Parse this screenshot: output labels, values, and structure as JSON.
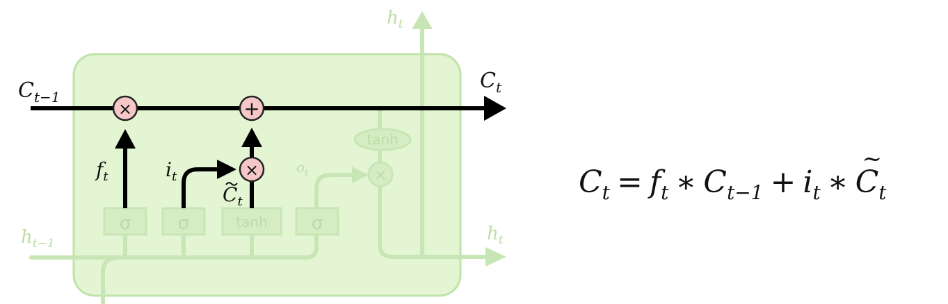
{
  "labels": {
    "c_prev": "C",
    "c_prev_sub": "t−1",
    "c_out": "C",
    "c_out_sub": "t",
    "h_top": "h",
    "h_top_sub": "t",
    "h_prev": "h",
    "h_prev_sub": "t−1",
    "h_right": "h",
    "h_right_sub": "t",
    "f": "f",
    "f_sub": "t",
    "i": "i",
    "i_sub": "t",
    "o": "o",
    "o_sub": "t",
    "ctilde": "C",
    "ctilde_sub": "t"
  },
  "ops": {
    "forget_multiply": "×",
    "add": "+",
    "input_multiply": "×",
    "output_multiply": "×"
  },
  "gates": {
    "sigma1": "σ",
    "sigma2": "σ",
    "tanh": "tanh",
    "sigma3": "σ",
    "tanh_top": "tanh"
  },
  "equation": {
    "lhs": "C",
    "lhs_sub": "t",
    "eq": "=",
    "f": "f",
    "f_sub": "t",
    "times1": "∗",
    "c_prev": "C",
    "c_prev_sub": "t−1",
    "plus": "+",
    "i": "i",
    "i_sub": "t",
    "times2": "∗",
    "ctilde": "C",
    "ctilde_sub": "t"
  },
  "colors": {
    "cell_fill": "#e3f5d3",
    "cell_stroke": "#bfe3a8",
    "faded_line": "#c8e6b5",
    "faded_box": "#d6edc4",
    "faded_text": "#bcdca6",
    "main_line": "#000000",
    "op_fill": "#f6c7c7",
    "op_stroke": "#222222"
  }
}
